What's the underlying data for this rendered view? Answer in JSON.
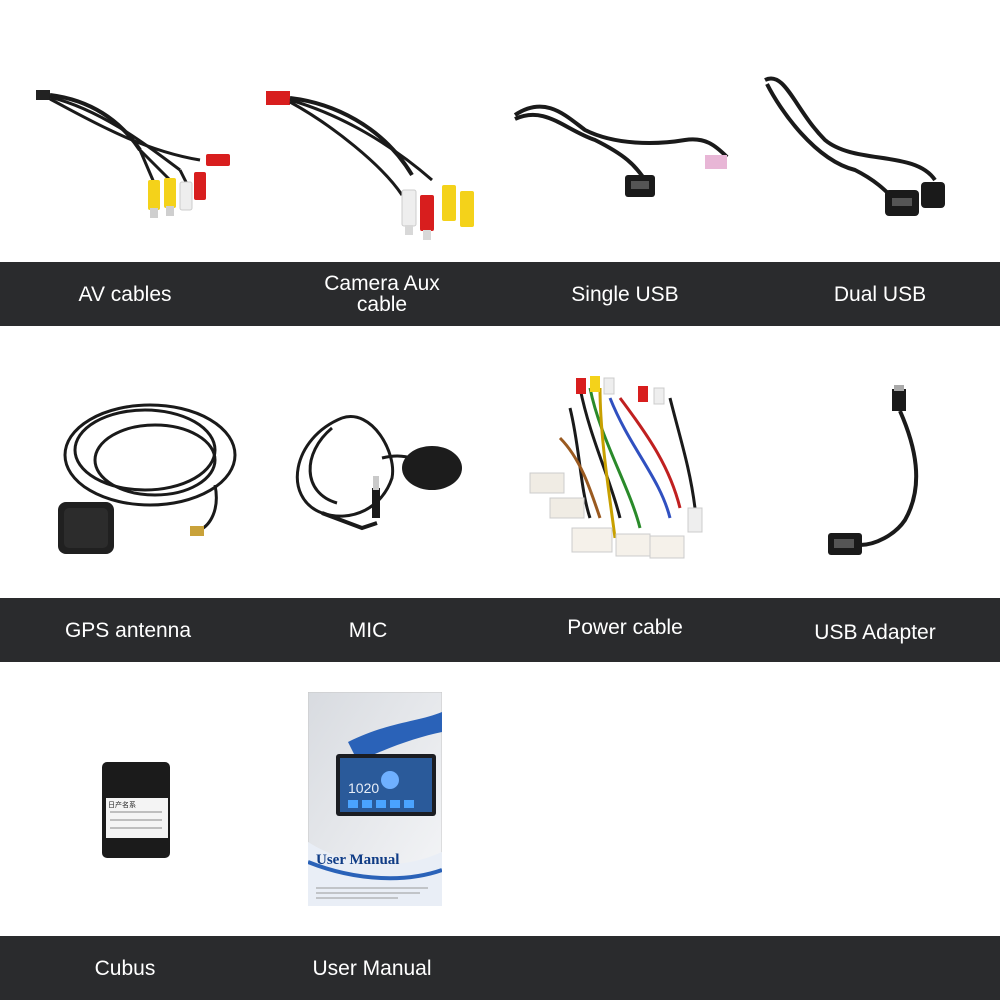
{
  "rows": [
    {
      "items": [
        {
          "label": "AV cables",
          "icon": "av-cables-photo"
        },
        {
          "label": "Camera Aux\ncable",
          "icon": "camera-aux-cable-photo"
        },
        {
          "label": "Single USB",
          "icon": "single-usb-photo"
        },
        {
          "label": "Dual USB",
          "icon": "dual-usb-photo"
        }
      ]
    },
    {
      "items": [
        {
          "label": "GPS antenna",
          "icon": "gps-antenna-photo"
        },
        {
          "label": "MIC",
          "icon": "mic-photo"
        },
        {
          "label": "Power cable",
          "icon": "power-cable-photo"
        },
        {
          "label": "USB Adapter",
          "icon": "usb-adapter-photo"
        }
      ]
    },
    {
      "items": [
        {
          "label": "Cubus",
          "icon": "cubus-photo"
        },
        {
          "label": "User Manual",
          "icon": "user-manual-photo"
        }
      ]
    }
  ],
  "manual": {
    "title": "User Manual",
    "screen_time": "1020"
  },
  "cubus": {
    "tag_text": "日产名系"
  },
  "colors": {
    "band": "#2a2b2d",
    "label_text": "#ffffff",
    "cable": "#1a1a1a",
    "rca_yellow": "#f4d21a",
    "rca_red": "#d81e1e",
    "rca_white": "#eeeeee",
    "manual_blue": "#0f3c86"
  }
}
